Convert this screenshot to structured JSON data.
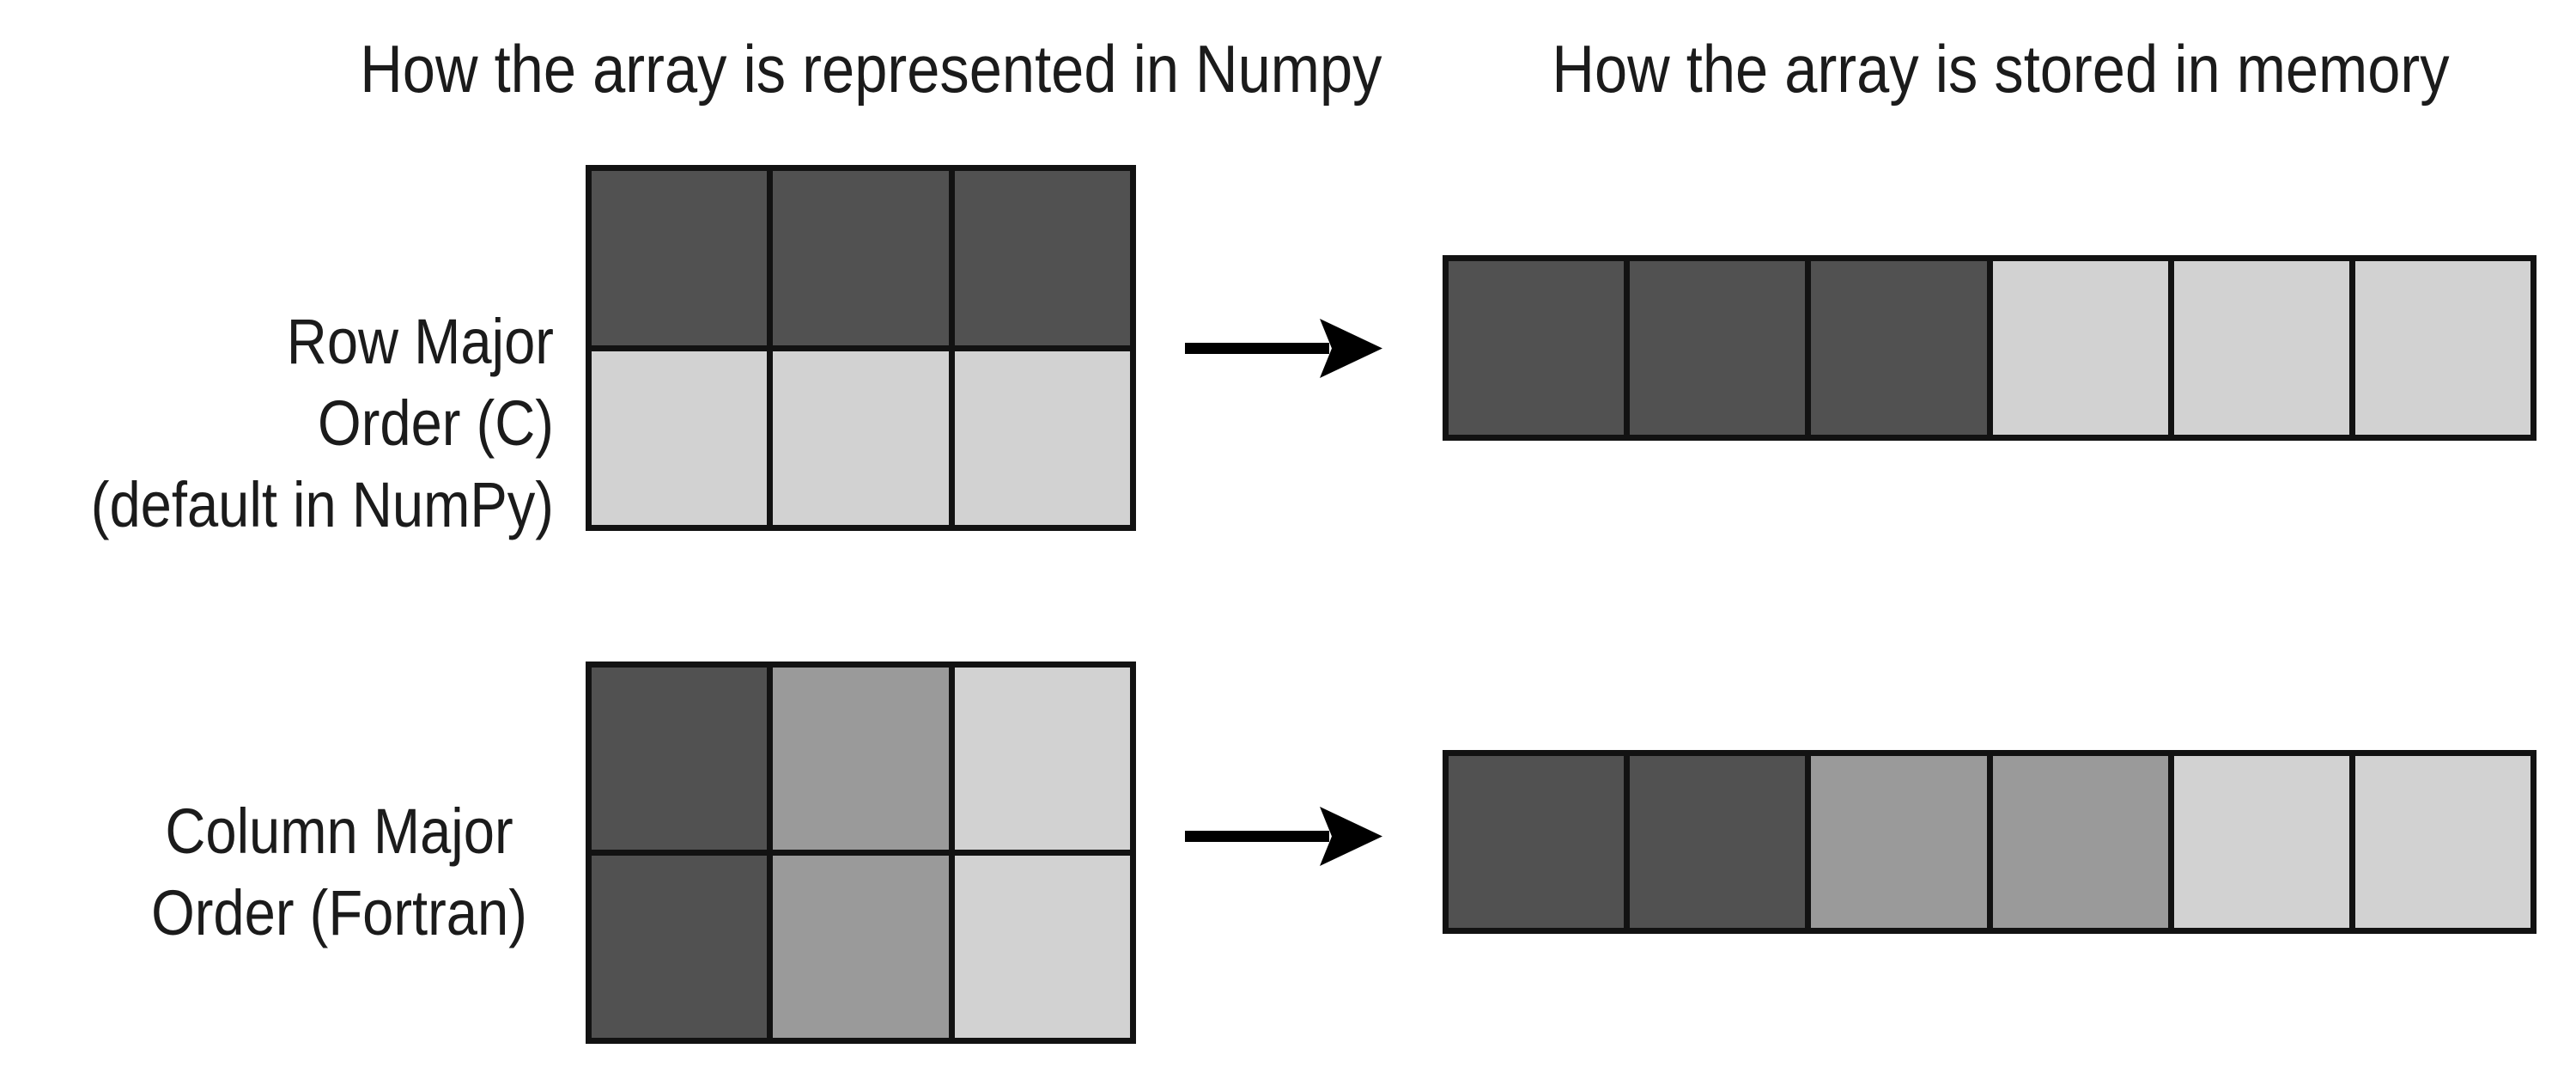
{
  "titles": {
    "left": "How the array is represented in Numpy",
    "right": "How the array is stored in memory"
  },
  "colors": {
    "dark": "#515151",
    "medium": "#9a9a9a",
    "light": "#d2d2d2",
    "grid_line": "#121212",
    "arrow": "#000000",
    "text": "#1b1b1b",
    "background": "#ffffff"
  },
  "sections": [
    {
      "id": "row-major",
      "label_lines": [
        "Row Major",
        "Order (C)",
        "(default in NumPy)"
      ],
      "array_grid": {
        "rows": 2,
        "cols": 3,
        "cells": [
          [
            "dark",
            "dark",
            "dark"
          ],
          [
            "light",
            "light",
            "light"
          ]
        ]
      },
      "memory_cells": [
        "dark",
        "dark",
        "dark",
        "light",
        "light",
        "light"
      ]
    },
    {
      "id": "column-major",
      "label_lines": [
        "Column Major",
        "Order (Fortran)"
      ],
      "array_grid": {
        "rows": 2,
        "cols": 3,
        "cells": [
          [
            "dark",
            "medium",
            "light"
          ],
          [
            "dark",
            "medium",
            "light"
          ]
        ]
      },
      "memory_cells": [
        "dark",
        "dark",
        "medium",
        "medium",
        "light",
        "light"
      ]
    }
  ]
}
